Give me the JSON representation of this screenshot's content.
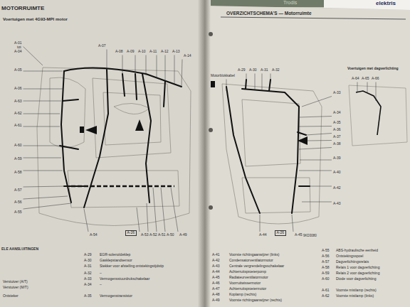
{
  "diagram": {
    "title": "MOTORRUIMTE",
    "nodes": [
      {
        "text": [
          "A-26"
        ]
      },
      {
        "text": [
          "A-26"
        ]
      }
    ],
    "labels": [
      "Voertuigen met 4G93-MPI motor",
      "OVERZICHTSCHEMA'S — Motorruimte",
      "elektris",
      "Trodis",
      "Voertuigen met dagverlichting",
      "Motorblokkabel",
      "9KD3080",
      "A-01",
      "tot",
      "A-04",
      "A-05",
      "A-06",
      "A-63",
      "A-62",
      "A-61",
      "A-60",
      "A-59",
      "A-58",
      "A-57",
      "A-56",
      "A-55",
      "A-54",
      "A-53",
      "A-52",
      "A-51",
      "A-50",
      "A-49",
      "A-07",
      "A-08",
      "A-09",
      "A-10",
      "A-11",
      "A-12",
      "A-13",
      "A-14",
      "A-29",
      "A-30",
      "A-31",
      "A-32",
      "A-33",
      "A-34",
      "A-35",
      "A-36",
      "A-37",
      "A-38",
      "A-39",
      "A-40",
      "A-42",
      "A-43",
      "A-44",
      "A-45",
      "A-64",
      "A-65",
      "A-66",
      "ELE AANSLUITINGEN",
      "Verstuiver (A/T)",
      "Verstuiver (M/T)",
      "Ontsteker",
      "A-29",
      "EGR-solenoïdeklep",
      "A-30",
      "Gasklepstandsensor",
      "A-31",
      "Stekker voor afstelling ontstekingstijdstip",
      "A-32",
      "–",
      "A-33",
      "Vermogensstuurdrukschakelaar",
      "A-34",
      "–",
      "A-35",
      "Vermogenstransistor",
      "A-41",
      "Voorste richtingaanwijzer (links)",
      "A-42",
      "Condensatorventilatormotor",
      "A-43",
      "Centrale vergrendelingsschakelaar",
      "A-44",
      "Achterruitsproeierpomp",
      "A-45",
      "Radiateurventilatormotor",
      "A-46",
      "Voorruitwissermotor",
      "A-47",
      "Achterruitsproeiermotor",
      "A-48",
      "Koplamp (rechts)",
      "A-49",
      "Voorste richtingaanwijzer (rechts)",
      "A-55",
      "ABS-hydraulische eenheid",
      "A-56",
      "Ontstekingsspoel",
      "A-57",
      "Dagverlichtingsrelais",
      "A-58",
      "Relais 1 voor dagverlichting",
      "A-59",
      "Relais 2 voor dagverlichting",
      "A-60",
      "Diode voor dagverlichting",
      "A-61",
      "Voorste mistlamp (rechts)",
      "A-62",
      "Voorste mistlamp (links)"
    ]
  }
}
